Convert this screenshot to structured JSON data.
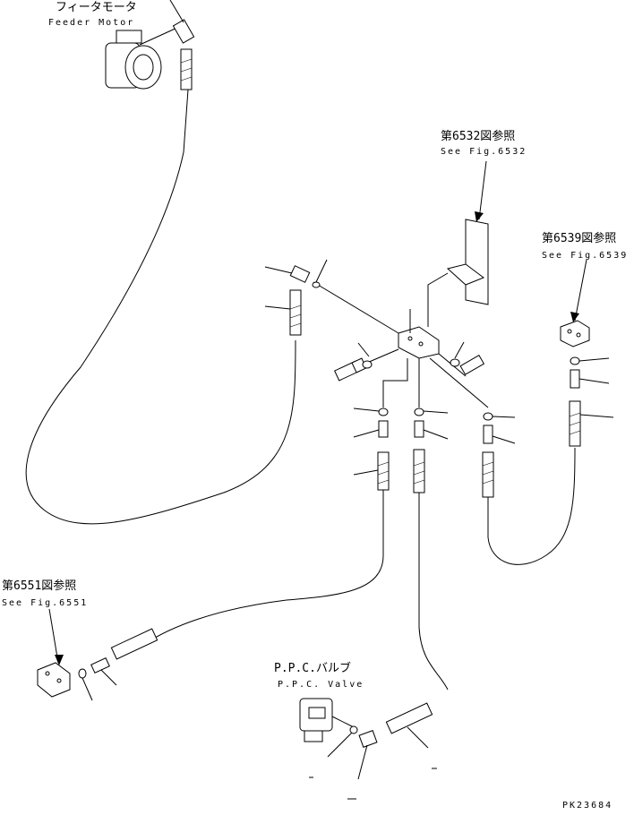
{
  "labels": {
    "feeder_motor_jp": "フィータモータ",
    "feeder_motor_en": "Feeder Motor",
    "fig6532_jp": "第6532図参照",
    "fig6532_en": "See Fig.6532",
    "fig6539_jp": "第6539図参照",
    "fig6539_en": "See Fig.6539",
    "fig6551_jp": "第6551図参照",
    "fig6551_en": "See Fig.6551",
    "ppc_valve_jp": "P.P.C.バルブ",
    "ppc_valve_en": "P.P.C. Valve",
    "drawing_number": "PK23684"
  }
}
